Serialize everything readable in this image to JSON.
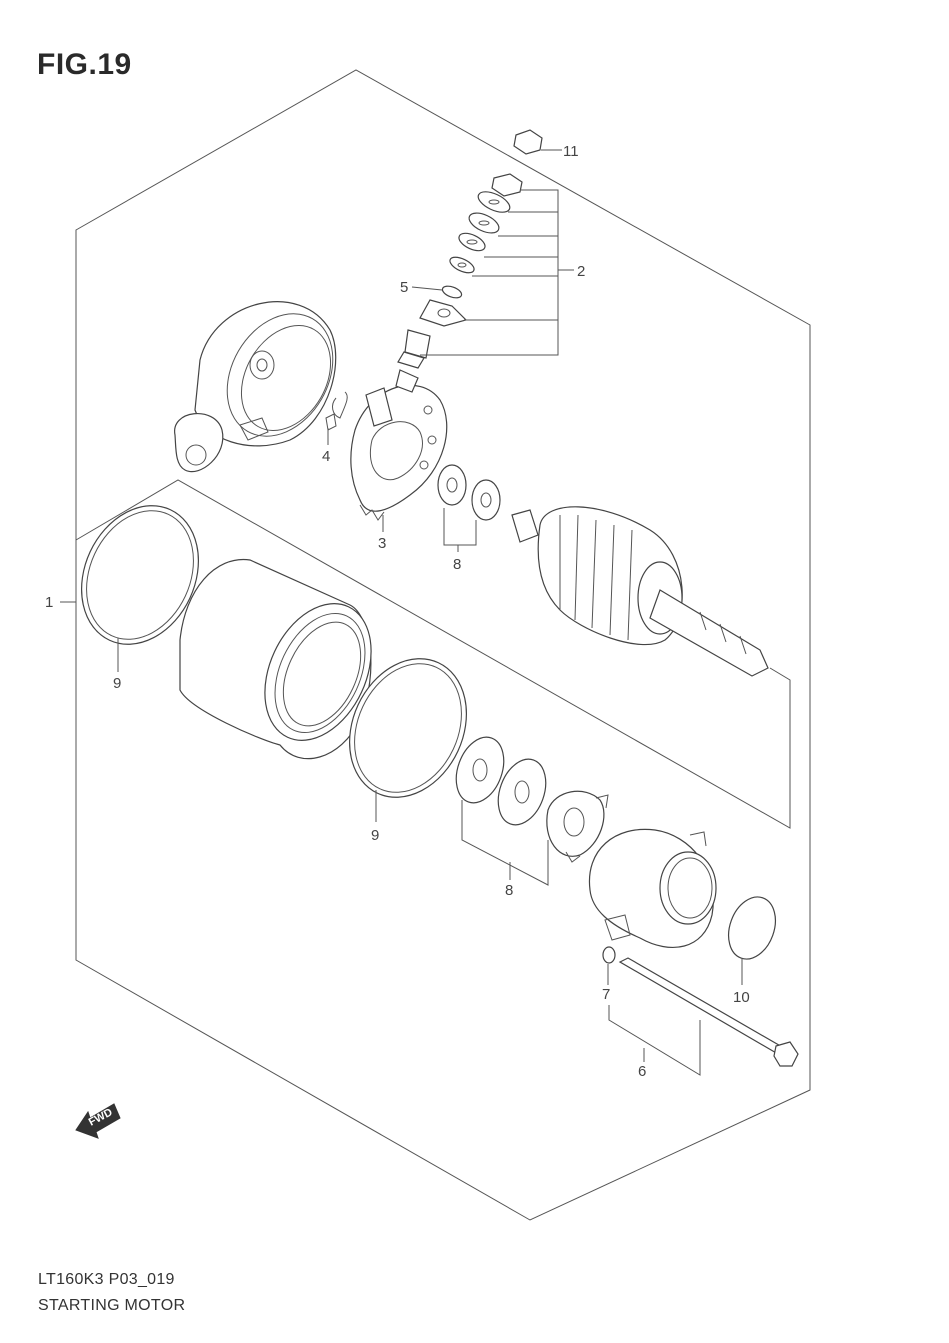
{
  "figure": {
    "title": "FIG.19"
  },
  "footer": {
    "model_code": "LT160K3 P03_019",
    "section_name": "STARTING MOTOR"
  },
  "fwd_indicator": {
    "label": "FWD",
    "icon": "fwd-arrow-icon"
  },
  "callouts": [
    {
      "id": "c1",
      "label": "1",
      "part": "starting-motor-assy"
    },
    {
      "id": "c2",
      "label": "2",
      "part": "terminal-set"
    },
    {
      "id": "c3",
      "label": "3",
      "part": "brush-holder"
    },
    {
      "id": "c4",
      "label": "4",
      "part": "brush-spring"
    },
    {
      "id": "c5",
      "label": "5",
      "part": "o-ring-terminal"
    },
    {
      "id": "c6",
      "label": "6",
      "part": "screw-set"
    },
    {
      "id": "c7",
      "label": "7",
      "part": "o-ring-screw"
    },
    {
      "id": "c8a",
      "label": "8",
      "part": "washer-set-upper"
    },
    {
      "id": "c8b",
      "label": "8",
      "part": "washer-set-lower"
    },
    {
      "id": "c9a",
      "label": "9",
      "part": "o-ring-upper"
    },
    {
      "id": "c9b",
      "label": "9",
      "part": "o-ring-lower"
    },
    {
      "id": "c10",
      "label": "10",
      "part": "o-ring-front"
    },
    {
      "id": "c11",
      "label": "11",
      "part": "nut"
    }
  ]
}
